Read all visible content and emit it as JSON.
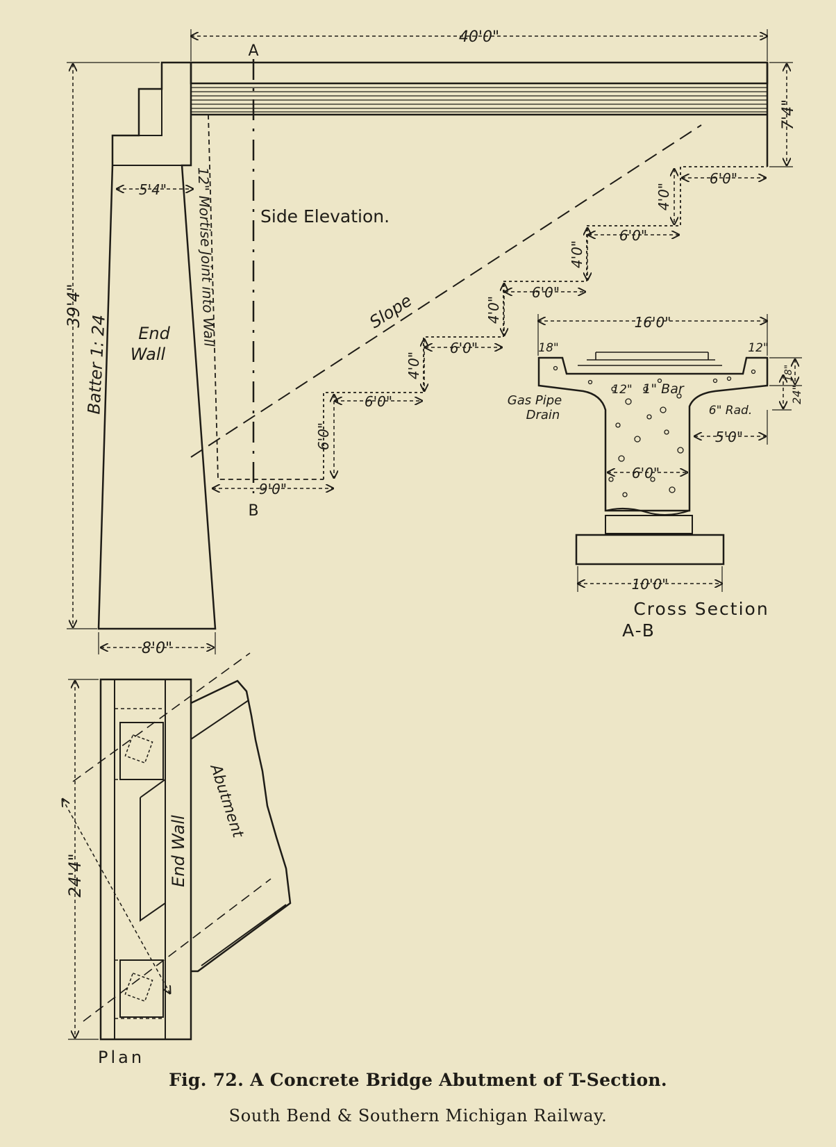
{
  "caption": {
    "title": "Fig. 72.  A Concrete Bridge Abutment of T-Section.",
    "subtitle": "South Bend & Southern Michigan Railway."
  },
  "side_elevation": {
    "title": "Side Elevation.",
    "section_marks": [
      "A",
      "B"
    ],
    "end_wall_label": "End Wall",
    "batter_label": "Batter 1: 24",
    "joint_label": "12\" Mortise Joint into Wall",
    "slope_label": "Slope",
    "dims": {
      "overall_length": "40'0\"",
      "height": "39'4\"",
      "top_depth": "7'4\"",
      "wall_top_width": "5'4\"",
      "base_width": "8'0\"",
      "bottom_step": "9'0\"",
      "bottom_rise": "6'0\"",
      "step_run": "6'0\"",
      "step_rise": "4'0\""
    }
  },
  "cross_section": {
    "title": "Cross Section",
    "subtitle": "A-B",
    "labels": {
      "top_width": "16'0\"",
      "left_edge": "18\"",
      "right_edge": "12\"",
      "flange_depth": "18\"",
      "flange_total": "24\"",
      "bar": "1\" Bar",
      "bar_spacing": "12\"",
      "drain": "Gas Pipe Drain",
      "radius": "6\" Rad.",
      "overhang": "5'0\"",
      "stem_width": "6'0\"",
      "footing_width": "10'0\""
    }
  },
  "plan": {
    "title": "Plan",
    "end_wall_label": "End Wall",
    "abutment_label": "Abutment",
    "width": "24'4\""
  }
}
